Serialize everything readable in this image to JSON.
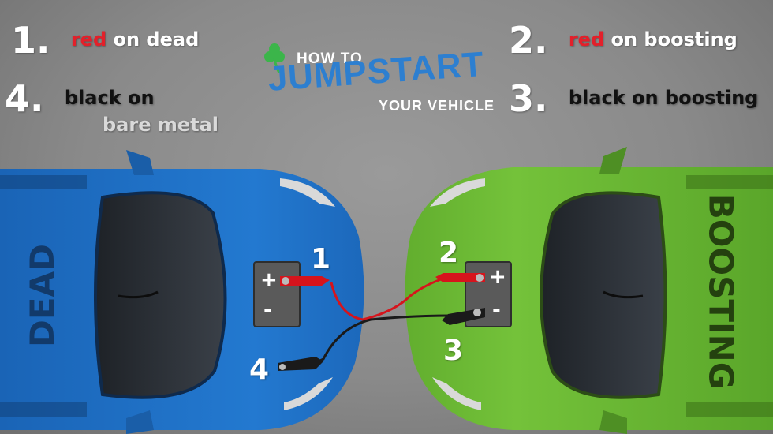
{
  "title": {
    "line1": "HOW TO",
    "line2": "JUMPSTART",
    "line3": "YOUR VEHICLE",
    "logo_icon": "shamrock-icon",
    "logo_color": "#3bb54a",
    "accent_color": "#2d7fd0"
  },
  "steps": {
    "step1": {
      "num": "1.",
      "color_word": "red",
      "rest": "on dead"
    },
    "step2": {
      "num": "2.",
      "color_word": "red",
      "rest": "on boosting"
    },
    "step3": {
      "num": "3.",
      "color_word": "black",
      "rest": "on boosting"
    },
    "step4": {
      "num": "4.",
      "color_word": "black",
      "rest": "on",
      "rest2": "bare metal"
    }
  },
  "cars": {
    "dead": {
      "label": "DEAD",
      "body_color": "#1f6fc5",
      "label_color": "#123a6a"
    },
    "boosting": {
      "label": "BOOSTING",
      "body_color": "#66b532",
      "label_color": "#24410f"
    }
  },
  "batteries": {
    "dead": {
      "plus": "+",
      "minus": "-"
    },
    "boosting": {
      "plus": "+",
      "minus": "-"
    }
  },
  "clamps": {
    "c1": "1",
    "c2": "2",
    "c3": "3",
    "c4": "4"
  },
  "colors": {
    "positive_cable": "#d6141c",
    "negative_cable": "#1a1a1a"
  }
}
